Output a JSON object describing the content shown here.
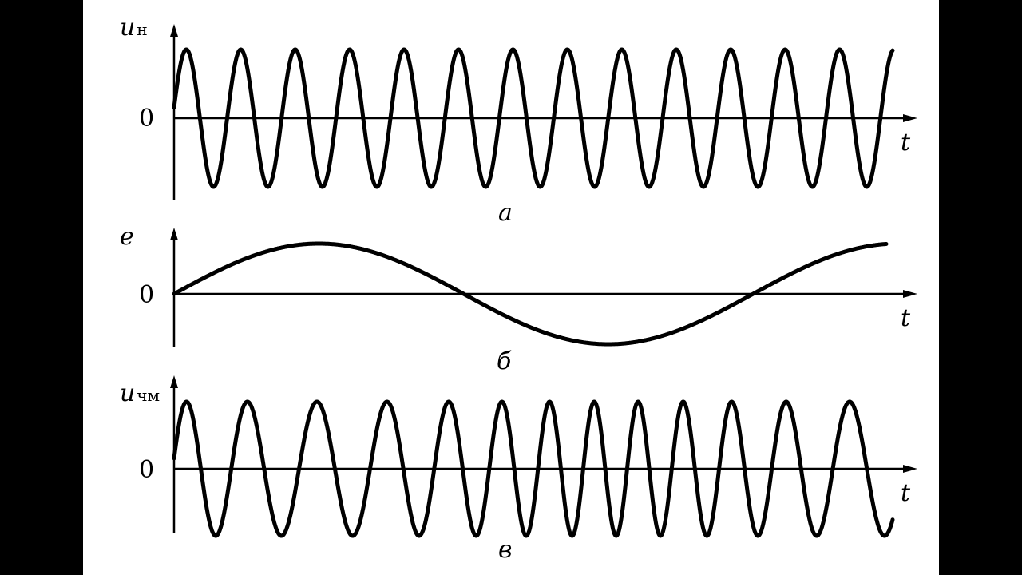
{
  "colors": {
    "frame": "#000000",
    "page": "#ffffff",
    "ink": "#000000"
  },
  "chart_data": [
    {
      "id": "a",
      "type": "line",
      "caption": "а",
      "ylabel_main": "u",
      "ylabel_sub": "н",
      "xlabel": "t",
      "zero_label": "0",
      "waveform": "sine",
      "series": [
        {
          "x_start": 0,
          "x_end": 13.2,
          "cycles": 13.2,
          "phase_deg": 0,
          "amplitude": 1
        }
      ],
      "ylim": [
        -1.2,
        1.2
      ],
      "grid": false
    },
    {
      "id": "b",
      "type": "line",
      "caption": "б",
      "ylabel_main": "e",
      "ylabel_sub": "",
      "xlabel": "t",
      "zero_label": "0",
      "waveform": "sine",
      "series": [
        {
          "x_start": 0,
          "x_end": 1.23,
          "cycles": 1.23,
          "phase_deg": 0,
          "amplitude": 1
        }
      ],
      "ylim": [
        -1.2,
        1.2
      ],
      "grid": false
    },
    {
      "id": "c",
      "type": "line",
      "caption": "в",
      "ylabel_main": "u",
      "ylabel_sub": "чм",
      "xlabel": "t",
      "zero_label": "0",
      "waveform": "fm",
      "series": [
        {
          "carrier_cycles": 13.2,
          "mod_cycles": 1.23,
          "mod_index": 2.6,
          "amplitude": 1
        }
      ],
      "ylim": [
        -1.2,
        1.2
      ],
      "grid": false
    }
  ]
}
